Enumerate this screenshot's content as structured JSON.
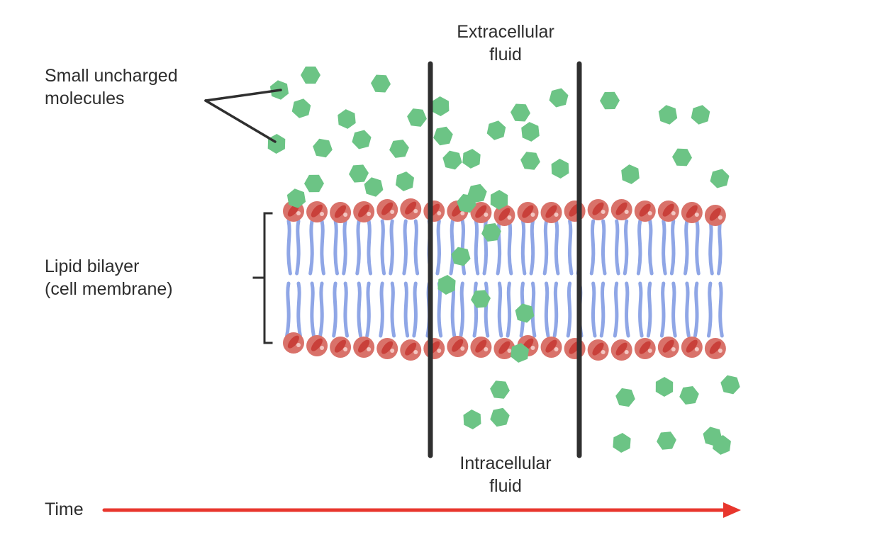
{
  "labels": {
    "molecules_line1": "Small uncharged",
    "molecules_line2": "molecules",
    "bilayer_line1": "Lipid bilayer",
    "bilayer_line2": "(cell membrane)",
    "extracellular_line1": "Extracellular",
    "extracellular_line2": "fluid",
    "intracellular_line1": "Intracellular",
    "intracellular_line2": "fluid",
    "time": "Time"
  },
  "colors": {
    "molecule": "#6cc485",
    "phospholipid_head": "#d9726a",
    "phospholipid_head_dark": "#c9403a",
    "lipid_tail": "#8fa6e6",
    "divider": "#2f2f2f",
    "time_arrow": "#e8362d",
    "text": "#2d2d2d"
  },
  "icons": {
    "molecule": "hexagon-icon",
    "phospholipid": "phospholipid-icon",
    "bracket": "bracket-icon",
    "arrow": "arrow-right-icon"
  }
}
